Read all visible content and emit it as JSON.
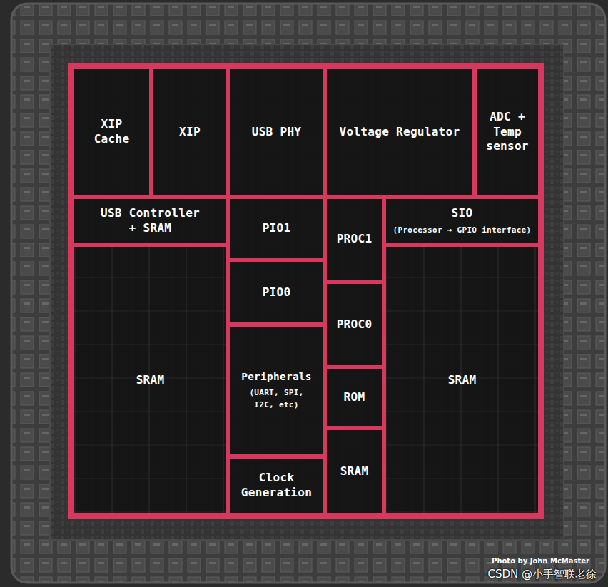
{
  "diagram": {
    "nodes": [
      {
        "text": [
          "XIP Cache"
        ]
      },
      {
        "text": [
          "XIP"
        ]
      },
      {
        "text": [
          "USB PHY"
        ]
      },
      {
        "text": [
          "Voltage Regulator"
        ]
      },
      {
        "text": [
          "ADC + Temp sensor"
        ]
      },
      {
        "text": [
          "USB Controller + SRAM"
        ]
      },
      {
        "text": [
          "PIO1"
        ]
      },
      {
        "text": [
          "PROC1"
        ]
      },
      {
        "text": [
          "SIO",
          "(Processor → GPIO interface)"
        ]
      },
      {
        "text": [
          "SRAM"
        ]
      },
      {
        "text": [
          "PIO0"
        ]
      },
      {
        "text": [
          "PROC0"
        ]
      },
      {
        "text": [
          "SRAM"
        ]
      },
      {
        "text": [
          "Peripherals",
          "(UART, SPI, I2C, etc)"
        ]
      },
      {
        "text": [
          "ROM"
        ]
      },
      {
        "text": [
          "Clock Generation"
        ]
      },
      {
        "text": [
          "SRAM"
        ]
      }
    ],
    "labels": [
      "Photo by John McMaster",
      "CSDN @小手智联老徐"
    ]
  }
}
